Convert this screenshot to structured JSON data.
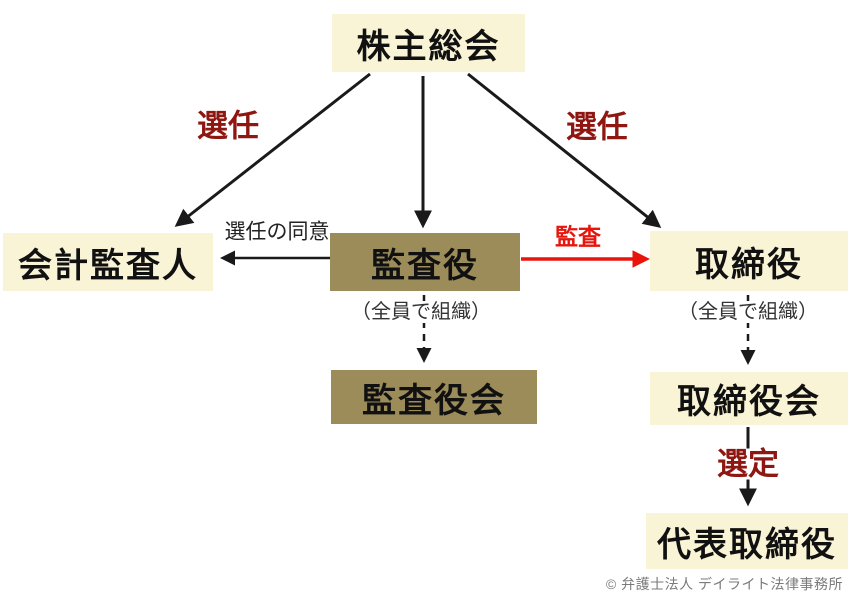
{
  "nodes": {
    "shareholders": {
      "label": "株主総会"
    },
    "accounting_auditor": {
      "label": "会計監査人"
    },
    "auditor": {
      "label": "監査役"
    },
    "director": {
      "label": "取締役"
    },
    "auditor_board": {
      "label": "監査役会"
    },
    "director_board": {
      "label": "取締役会"
    },
    "representative_director": {
      "label": "代表取締役"
    }
  },
  "edge_labels": {
    "appoint_left": "選任",
    "appoint_right": "選任",
    "consent_to_appointment": "選任の同意",
    "audit": "監査",
    "organized_by_all_left": "（全員で組織）",
    "organized_by_all_right": "（全員で組織）",
    "selection": "選定"
  },
  "footer": {
    "copyright": "© 弁護士法人 デイライト法律事務所"
  },
  "colors": {
    "box_cream": "#f9f4d6",
    "box_khaki": "#9c8c5a",
    "label_dark_red": "#8e1712",
    "arrow_red": "#e8150d",
    "arrow_black": "#1a1a1a",
    "copyright_grey": "#7a7a7a"
  }
}
